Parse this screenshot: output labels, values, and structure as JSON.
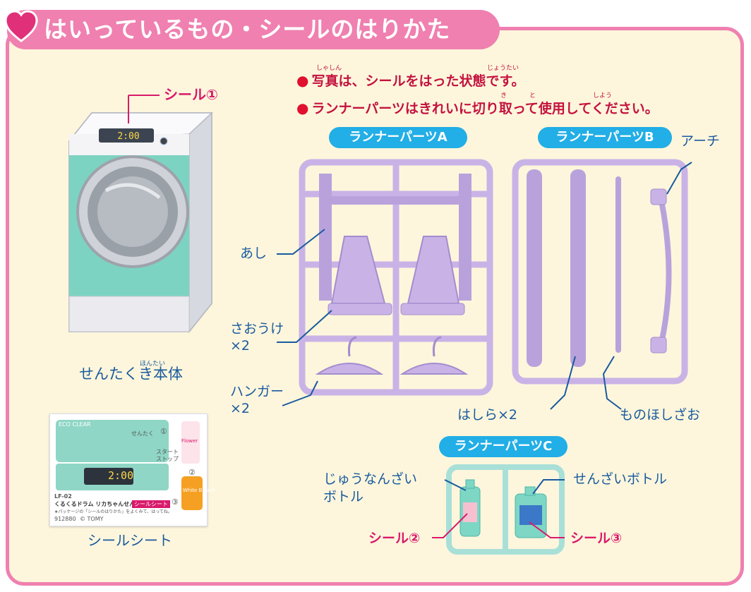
{
  "title": "はいっているもの・シールのはりかた",
  "notes": [
    {
      "text": "写真は、シールをはった状態です。",
      "ruby": [
        "しゃしん",
        "じょうたい"
      ]
    },
    {
      "text": "ランナーパーツはきれいに切り取って使用してください。",
      "ruby": [
        "き",
        "と",
        "しよう"
      ]
    }
  ],
  "machine": {
    "sticker_label": "シール①",
    "caption": "せんたくき本体",
    "caption_ruby": "ほんたい",
    "display_time": "2:00"
  },
  "sticker_sheet": {
    "caption": "シールシート",
    "brand": "ECO CLEAR",
    "product_code": "LF-02",
    "product_name": "くるくるドラム リカちゃんせんたくき",
    "sheet_tag": "シールシート",
    "note": "★パッケージの「シールのはりかた」をよくみて、はってね。",
    "barcode": "912880",
    "maker": "© TOMY",
    "num1": "①",
    "num2": "②",
    "num3": "③",
    "btn_start": "スタート",
    "btn_stop": "ストップ",
    "btn_wash": "せんたく",
    "flower_bottle": "Flower",
    "white_bottle": "White Bleach"
  },
  "runner_a": {
    "tag": "ランナーパーツA",
    "parts": [
      "あし",
      "さおうけ",
      "×2",
      "ハンガー",
      "×2"
    ]
  },
  "runner_b": {
    "tag": "ランナーパーツB",
    "parts": [
      "アーチ",
      "はしら×2",
      "ものほしざお"
    ]
  },
  "runner_c": {
    "tag": "ランナーパーツC",
    "parts": [
      "じゅうなんざい",
      "ボトル",
      "せんざいボトル"
    ],
    "stickers": [
      "シール②",
      "シール③"
    ]
  },
  "colors": {
    "frame_pink": "#ef80b0",
    "frame_bg": "#fdf6dc",
    "tag_blue": "#22aee6",
    "purple_runner": "#c9b3e6",
    "mint_runner": "#a8e0d8",
    "note_red": "#c4123f",
    "sticker_pink": "#d91a6b"
  }
}
